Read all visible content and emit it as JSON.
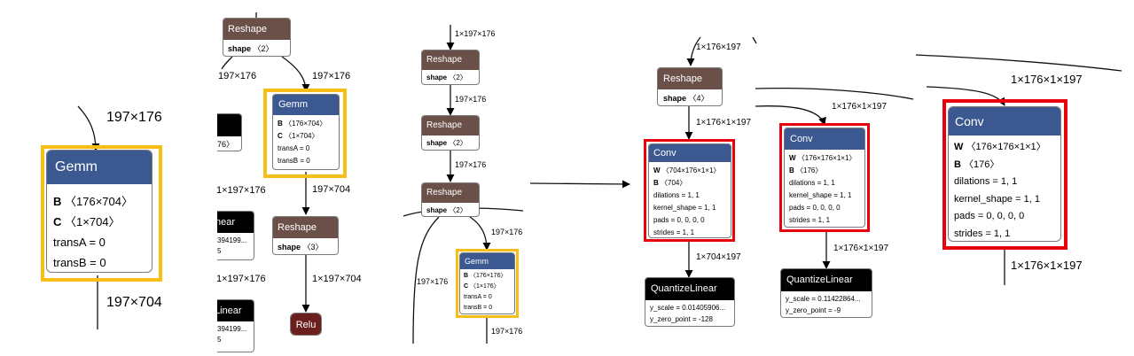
{
  "p1": {
    "gemm": {
      "title": "Gemm",
      "attrs": [
        {
          "k": "B",
          "v": "〈176×704〉"
        },
        {
          "k": "C",
          "v": "〈1×704〉"
        },
        {
          "k": "",
          "v": "transA = 0"
        },
        {
          "k": "",
          "v": "transB = 0"
        }
      ]
    },
    "in_edge": "197×176",
    "out_edge": "197×704"
  },
  "p2": {
    "reshape1": {
      "title": "Reshape",
      "attr_k": "shape",
      "attr_v": "〈2〉"
    },
    "gemm": {
      "title": "Gemm",
      "attrs": [
        {
          "k": "B",
          "v": "〈176×704〉"
        },
        {
          "k": "C",
          "v": "〈1×704〉"
        },
        {
          "k": "",
          "v": "transA = 0"
        },
        {
          "k": "",
          "v": "transB = 0"
        }
      ]
    },
    "reshape2": {
      "title": "Reshape",
      "attr_k": "shape",
      "attr_v": "〈3〉"
    },
    "relu": {
      "title": "Relu"
    },
    "edges": [
      "197×176",
      "197×176",
      "197×704",
      "1×197×704",
      "1×197×176",
      "1×197×176"
    ],
    "partial": [
      "76〉",
      "near",
      "394199...",
      "5",
      "Linear",
      "394199...",
      "5"
    ]
  },
  "p3": {
    "reshape1": {
      "title": "Reshape",
      "attr_k": "shape",
      "attr_v": "〈2〉"
    },
    "reshape2": {
      "title": "Reshape",
      "attr_k": "shape",
      "attr_v": "〈2〉"
    },
    "reshape3": {
      "title": "Reshape",
      "attr_k": "shape",
      "attr_v": "〈2〉"
    },
    "gemm": {
      "title": "Gemm",
      "attrs": [
        {
          "k": "B",
          "v": "〈176×176〉"
        },
        {
          "k": "C",
          "v": "〈1×176〉"
        },
        {
          "k": "",
          "v": "transA = 0"
        },
        {
          "k": "",
          "v": "transB = 0"
        }
      ]
    },
    "edges": [
      "1×197×176",
      "197×176",
      "197×176",
      "197×176",
      "197×176",
      "197×176"
    ]
  },
  "p4": {
    "reshape": {
      "title": "Reshape",
      "attr_k": "shape",
      "attr_v": "〈4〉"
    },
    "conv1": {
      "title": "Conv",
      "attrs": [
        {
          "k": "W",
          "v": "〈704×176×1×1〉"
        },
        {
          "k": "B",
          "v": "〈704〉"
        },
        {
          "k": "",
          "v": "dilations = 1, 1"
        },
        {
          "k": "",
          "v": "kernel_shape = 1, 1"
        },
        {
          "k": "",
          "v": "pads = 0, 0, 0, 0"
        },
        {
          "k": "",
          "v": "strides = 1, 1"
        }
      ]
    },
    "conv2": {
      "title": "Conv",
      "attrs": [
        {
          "k": "W",
          "v": "〈176×176×1×1〉"
        },
        {
          "k": "B",
          "v": "〈176〉"
        },
        {
          "k": "",
          "v": "dilations = 1, 1"
        },
        {
          "k": "",
          "v": "kernel_shape = 1, 1"
        },
        {
          "k": "",
          "v": "pads = 0, 0, 0, 0"
        },
        {
          "k": "",
          "v": "strides = 1, 1"
        }
      ]
    },
    "ql1": {
      "title": "QuantizeLinear",
      "attrs": [
        {
          "k": "",
          "v": "y_scale = 0.01405906..."
        },
        {
          "k": "",
          "v": "y_zero_point = -128"
        }
      ]
    },
    "ql2": {
      "title": "QuantizeLinear",
      "attrs": [
        {
          "k": "",
          "v": "y_scale = 0.11422864..."
        },
        {
          "k": "",
          "v": "y_zero_point = -9"
        }
      ]
    },
    "edges": [
      "1×176×197",
      "1×176×1×197",
      "1×704×197",
      "1×176×1×197",
      "1×176×1×197"
    ]
  },
  "p5": {
    "conv": {
      "title": "Conv",
      "attrs": [
        {
          "k": "W",
          "v": "〈176×176×1×1〉"
        },
        {
          "k": "B",
          "v": "〈176〉"
        },
        {
          "k": "",
          "v": "dilations = 1, 1"
        },
        {
          "k": "",
          "v": "kernel_shape = 1, 1"
        },
        {
          "k": "",
          "v": "pads = 0, 0, 0, 0"
        },
        {
          "k": "",
          "v": "strides = 1, 1"
        }
      ]
    },
    "edges": [
      "1×176×1×197",
      "1×176×1×197"
    ]
  }
}
